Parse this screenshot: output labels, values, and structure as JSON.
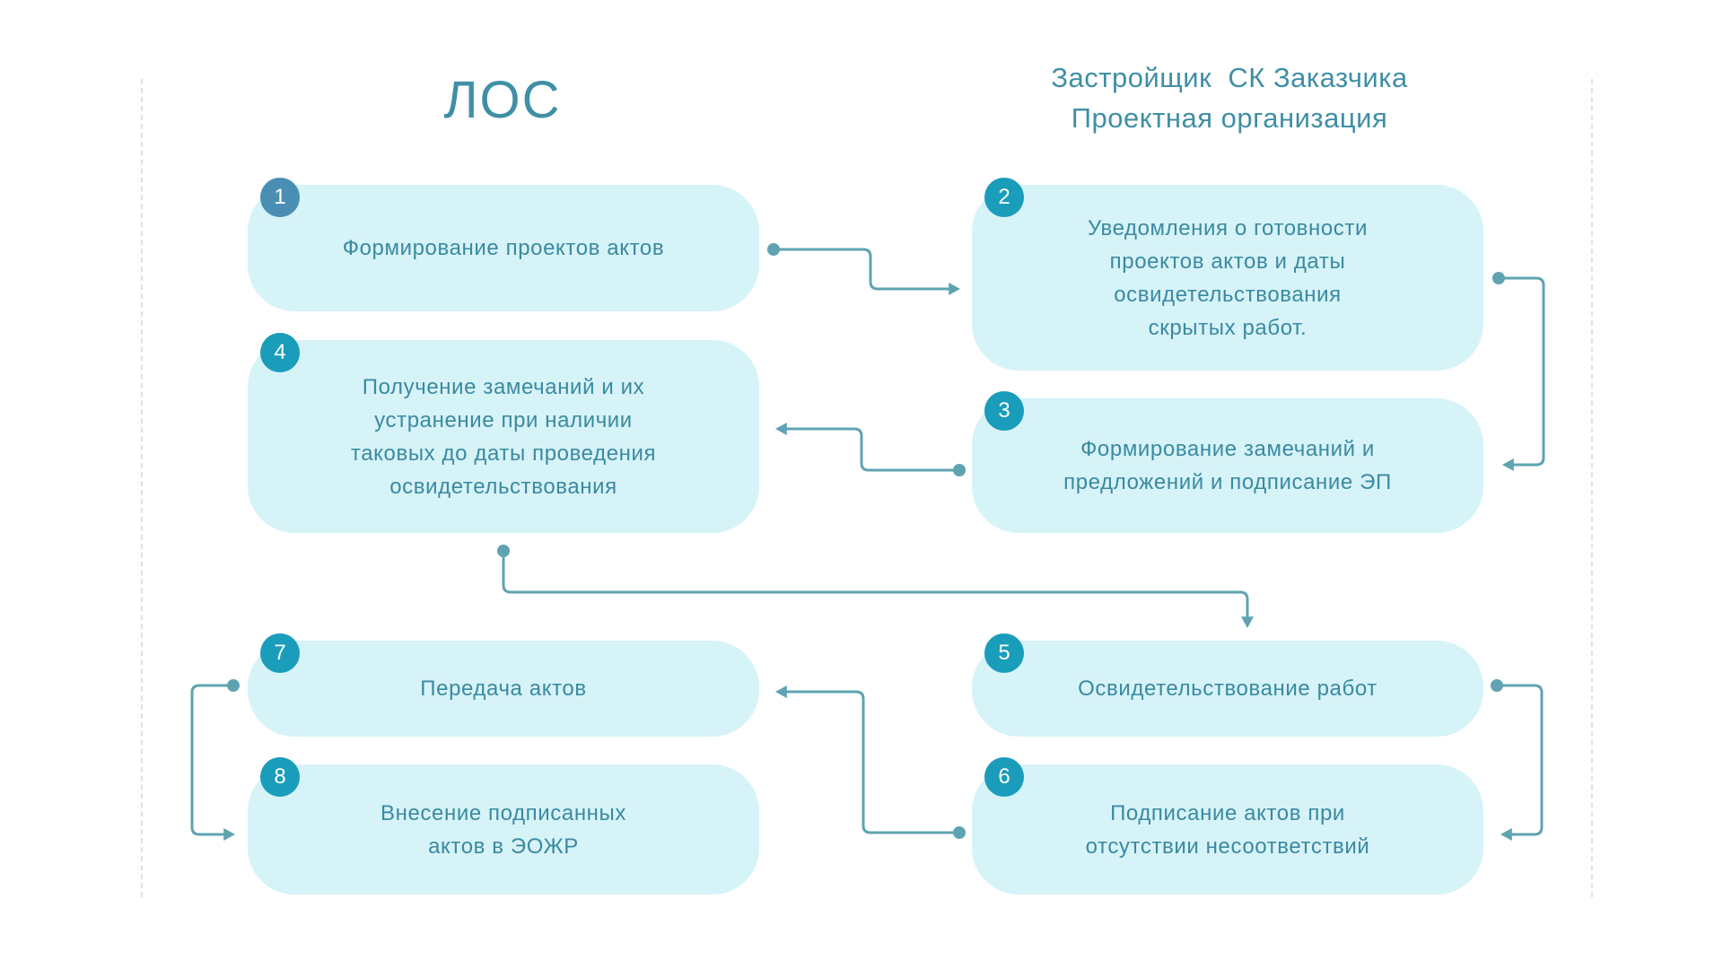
{
  "headers": {
    "left": "ЛОС",
    "right_line1": "Застройщик  СК Заказчика",
    "right_line2": "Проектная организация"
  },
  "colors": {
    "card_fill": "#d6f3f8",
    "text": "#3a8aa1",
    "title": "#3f8fa6",
    "connector": "#5fa3b2",
    "badge_first": "#4a8fb3",
    "badge": "#1a9cbb",
    "divider": "#d2e6ea"
  },
  "steps": [
    {
      "num": "1",
      "lines": [
        "Формирование проектов актов"
      ]
    },
    {
      "num": "2",
      "lines": [
        "Уведомления о готовности",
        "проектов актов и даты",
        "освидетельствования",
        "скрытых работ."
      ]
    },
    {
      "num": "3",
      "lines": [
        "Формирование замечаний и",
        "предложений и подписание ЭП"
      ]
    },
    {
      "num": "4",
      "lines": [
        "Получение замечаний и их",
        "устранение при наличии",
        "таковых до даты проведения",
        "освидетельствования"
      ]
    },
    {
      "num": "5",
      "lines": [
        "Освидетельствование работ"
      ]
    },
    {
      "num": "6",
      "lines": [
        "Подписание актов при",
        "отсутствии несоответствий"
      ]
    },
    {
      "num": "7",
      "lines": [
        "Передача актов"
      ]
    },
    {
      "num": "8",
      "lines": [
        "Внесение подписанных",
        "актов в ЭОЖР"
      ]
    }
  ],
  "flow": [
    {
      "from": "1",
      "to": "2"
    },
    {
      "from": "2",
      "to": "3"
    },
    {
      "from": "3",
      "to": "4"
    },
    {
      "from": "4",
      "to": "5"
    },
    {
      "from": "5",
      "to": "6"
    },
    {
      "from": "6",
      "to": "7"
    },
    {
      "from": "7",
      "to": "8"
    }
  ]
}
